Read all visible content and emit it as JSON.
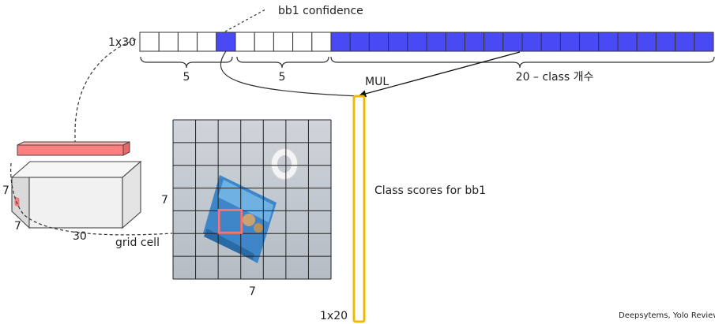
{
  "vector": {
    "size_label": "1x30",
    "cell_count": 30,
    "highlighted_cells": [
      4
    ],
    "class_range_start": 10,
    "confidence_label": "bb1 confidence",
    "brace_labels": [
      "5",
      "5",
      "20 – class 개수"
    ]
  },
  "operation": {
    "label": "MUL"
  },
  "scores": {
    "size_label": "1x20",
    "caption": "Class scores for bb1"
  },
  "tensor": {
    "depth_label": "30",
    "height_label": "7",
    "width_label": "7"
  },
  "grid": {
    "rows": 7,
    "cols": 7,
    "side_label": "7",
    "bottom_label": "7",
    "cell_label": "grid cell",
    "highlight_row": 4,
    "highlight_col": 2
  },
  "credit": "Deepsytems, Yolo Review",
  "colors": {
    "blue": "#4a4af5",
    "pink": "#ff7f7f",
    "pink_border": "#f37575",
    "gold": "#f3b800",
    "background": "#ffffff"
  }
}
